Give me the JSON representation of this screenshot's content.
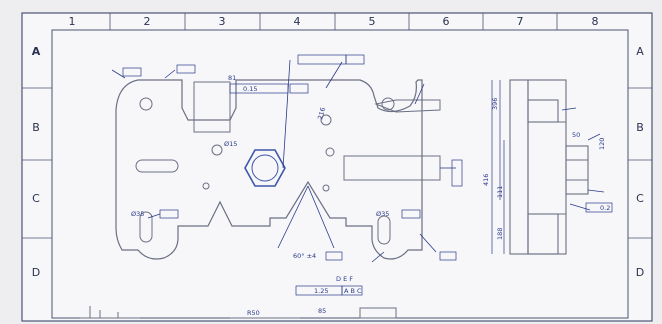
{
  "sheet": {
    "columns": [
      "1",
      "2",
      "3",
      "4",
      "5",
      "6",
      "7",
      "8"
    ],
    "rows": [
      "A",
      "B",
      "C",
      "D"
    ]
  },
  "annotations": {
    "hole_dia_15": "Ø15",
    "dim_81": "81",
    "tol_015": "0.15",
    "angle_60": "60° ±4",
    "tol_125": "1.25",
    "datums_abc": "A B C",
    "datums_def": "D E F",
    "dia_35": "Ø35",
    "dia_35_right": "Ø35",
    "dim_50": "50",
    "dim_85": "85",
    "dim_r50": "R50",
    "dim_216": "216",
    "dim_416": "416",
    "dim_111": "111",
    "dim_188": "188",
    "dim_396": "396",
    "dim_120": "120",
    "tol_02": "0.2"
  },
  "colors": {
    "background": "#eeeef1",
    "paper": "#f7f7f9",
    "line": "#6b6f84",
    "dim": "#2a3a8a",
    "grid": "#4b5474"
  }
}
